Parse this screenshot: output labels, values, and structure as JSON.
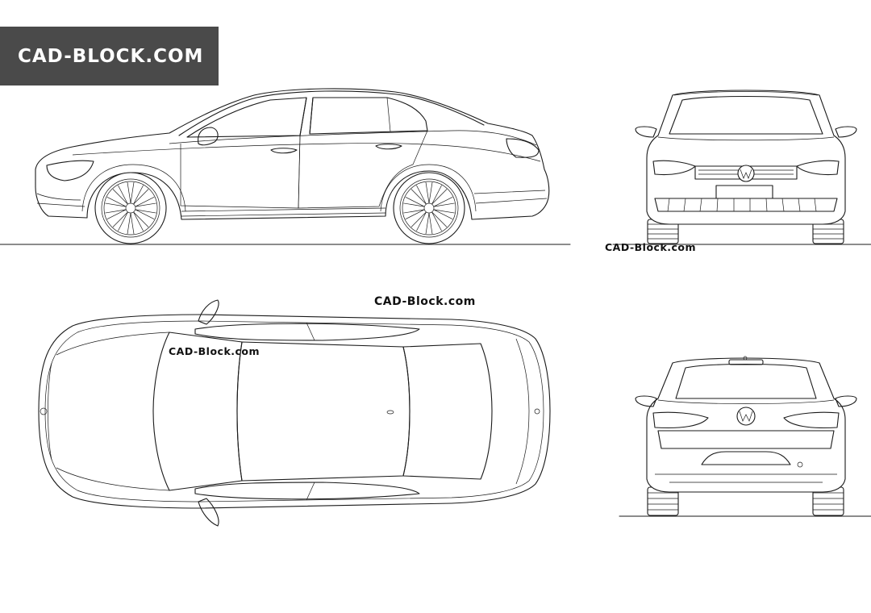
{
  "banner": {
    "text": "CAD-BLOCK.COM"
  },
  "watermarks": {
    "front": "CAD-Block.com",
    "top_right": "CAD-Block.com",
    "top_left": "CAD-Block.com"
  },
  "colors": {
    "banner_bg": "#4a4a4a",
    "banner_text": "#ffffff",
    "line": "#1a1a1a",
    "background": "#ffffff"
  },
  "views": [
    "side-view",
    "front-view",
    "top-view",
    "rear-view"
  ]
}
